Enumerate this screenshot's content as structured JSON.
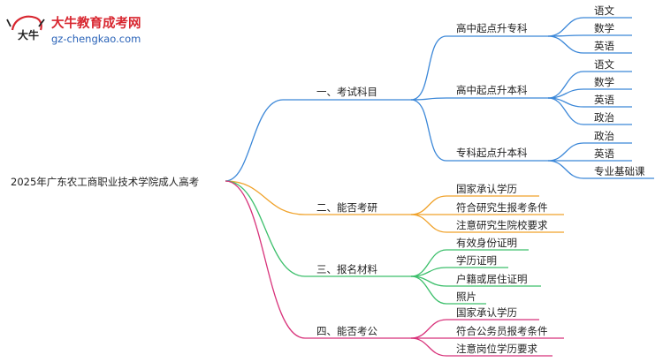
{
  "logo": {
    "glyph": "大牛",
    "title": "大牛教育成考网",
    "url": "gz-chengkao.com"
  },
  "root": {
    "label": "2025年广东农工商职业技术学院成人高考"
  },
  "colors": {
    "blue": "#3b87d8",
    "orange": "#f0a22a",
    "green": "#3cbf6b",
    "magenta": "#d8327a",
    "brand_red": "#d8262f",
    "brand_blue": "#2a63b8"
  },
  "branches": [
    {
      "label": "一、考试科目",
      "color": "blue",
      "children": [
        {
          "label": "高中起点升专科",
          "children": [
            "语文",
            "数学",
            "英语"
          ]
        },
        {
          "label": "高中起点升本科",
          "children": [
            "语文",
            "数学",
            "英语",
            "政治"
          ]
        },
        {
          "label": "专科起点升本科",
          "children": [
            "政治",
            "英语",
            "专业基础课"
          ]
        }
      ]
    },
    {
      "label": "二、能否考研",
      "color": "orange",
      "children": [
        "国家承认学历",
        "符合研究生报考条件",
        "注意研究生院校要求"
      ]
    },
    {
      "label": "三、报名材料",
      "color": "green",
      "children": [
        "有效身份证明",
        "学历证明",
        "户籍或居住证明",
        "照片"
      ]
    },
    {
      "label": "四、能否考公",
      "color": "magenta",
      "children": [
        "国家承认学历",
        "符合公务员报考条件",
        "注意岗位学历要求"
      ]
    }
  ]
}
